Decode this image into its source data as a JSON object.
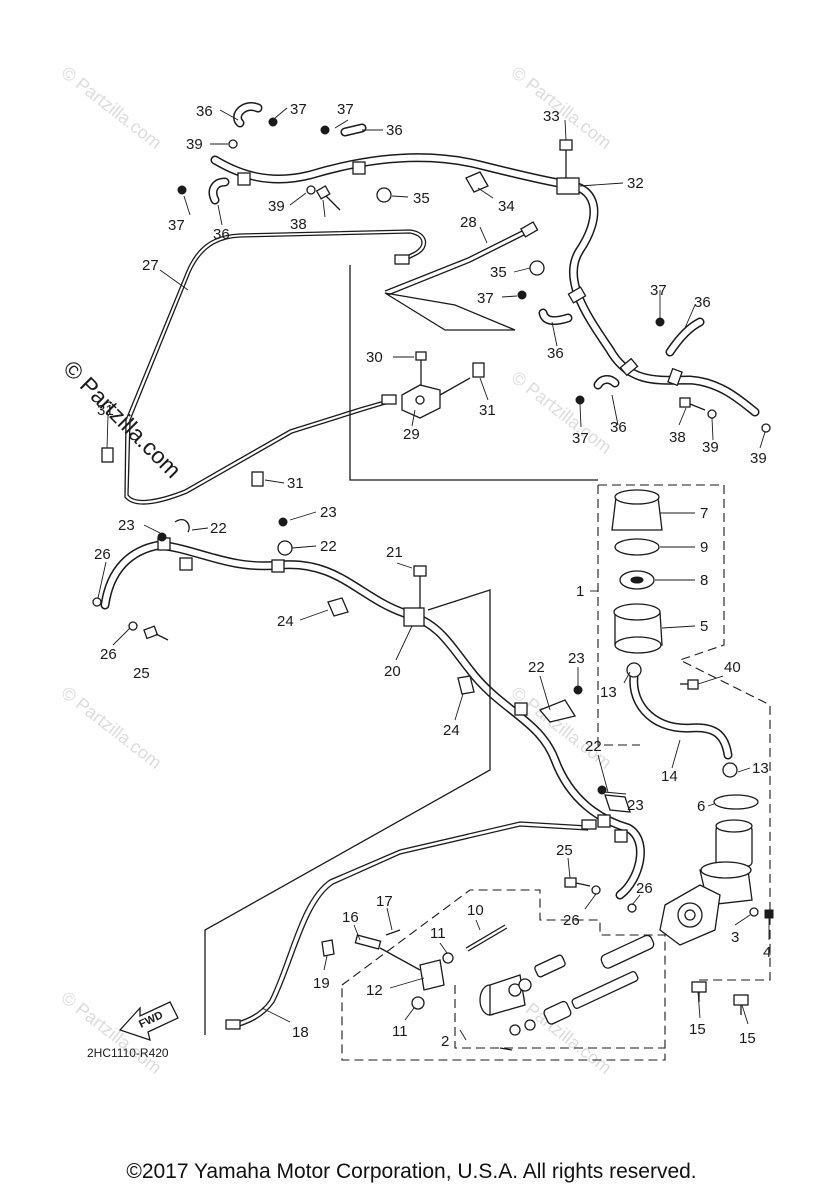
{
  "watermark": "© Partzilla.com",
  "watermark_large": "© Partzilla.com",
  "drawing_code": "2HC1110-R420",
  "fwd_label": "FWD",
  "copyright": "©2017  Yamaha Motor Corporation, U.S.A. All rights reserved.",
  "callouts": {
    "c1": "1",
    "c2": "2",
    "c3": "3",
    "c4": "4",
    "c5": "5",
    "c6": "6",
    "c7": "7",
    "c8": "8",
    "c9": "9",
    "c10": "10",
    "c11": "11",
    "c12": "12",
    "c13": "13",
    "c14": "14",
    "c15": "15",
    "c16": "16",
    "c17": "17",
    "c18": "18",
    "c19": "19",
    "c20": "20",
    "c21": "21",
    "c22": "22",
    "c23": "23",
    "c24": "24",
    "c25": "25",
    "c26": "26",
    "c27": "27",
    "c28": "28",
    "c29": "29",
    "c30": "30",
    "c31": "31",
    "c32": "32",
    "c33": "33",
    "c34": "34",
    "c35": "35",
    "c36": "36",
    "c37": "37",
    "c38": "38",
    "c39": "39",
    "c40": "40"
  }
}
